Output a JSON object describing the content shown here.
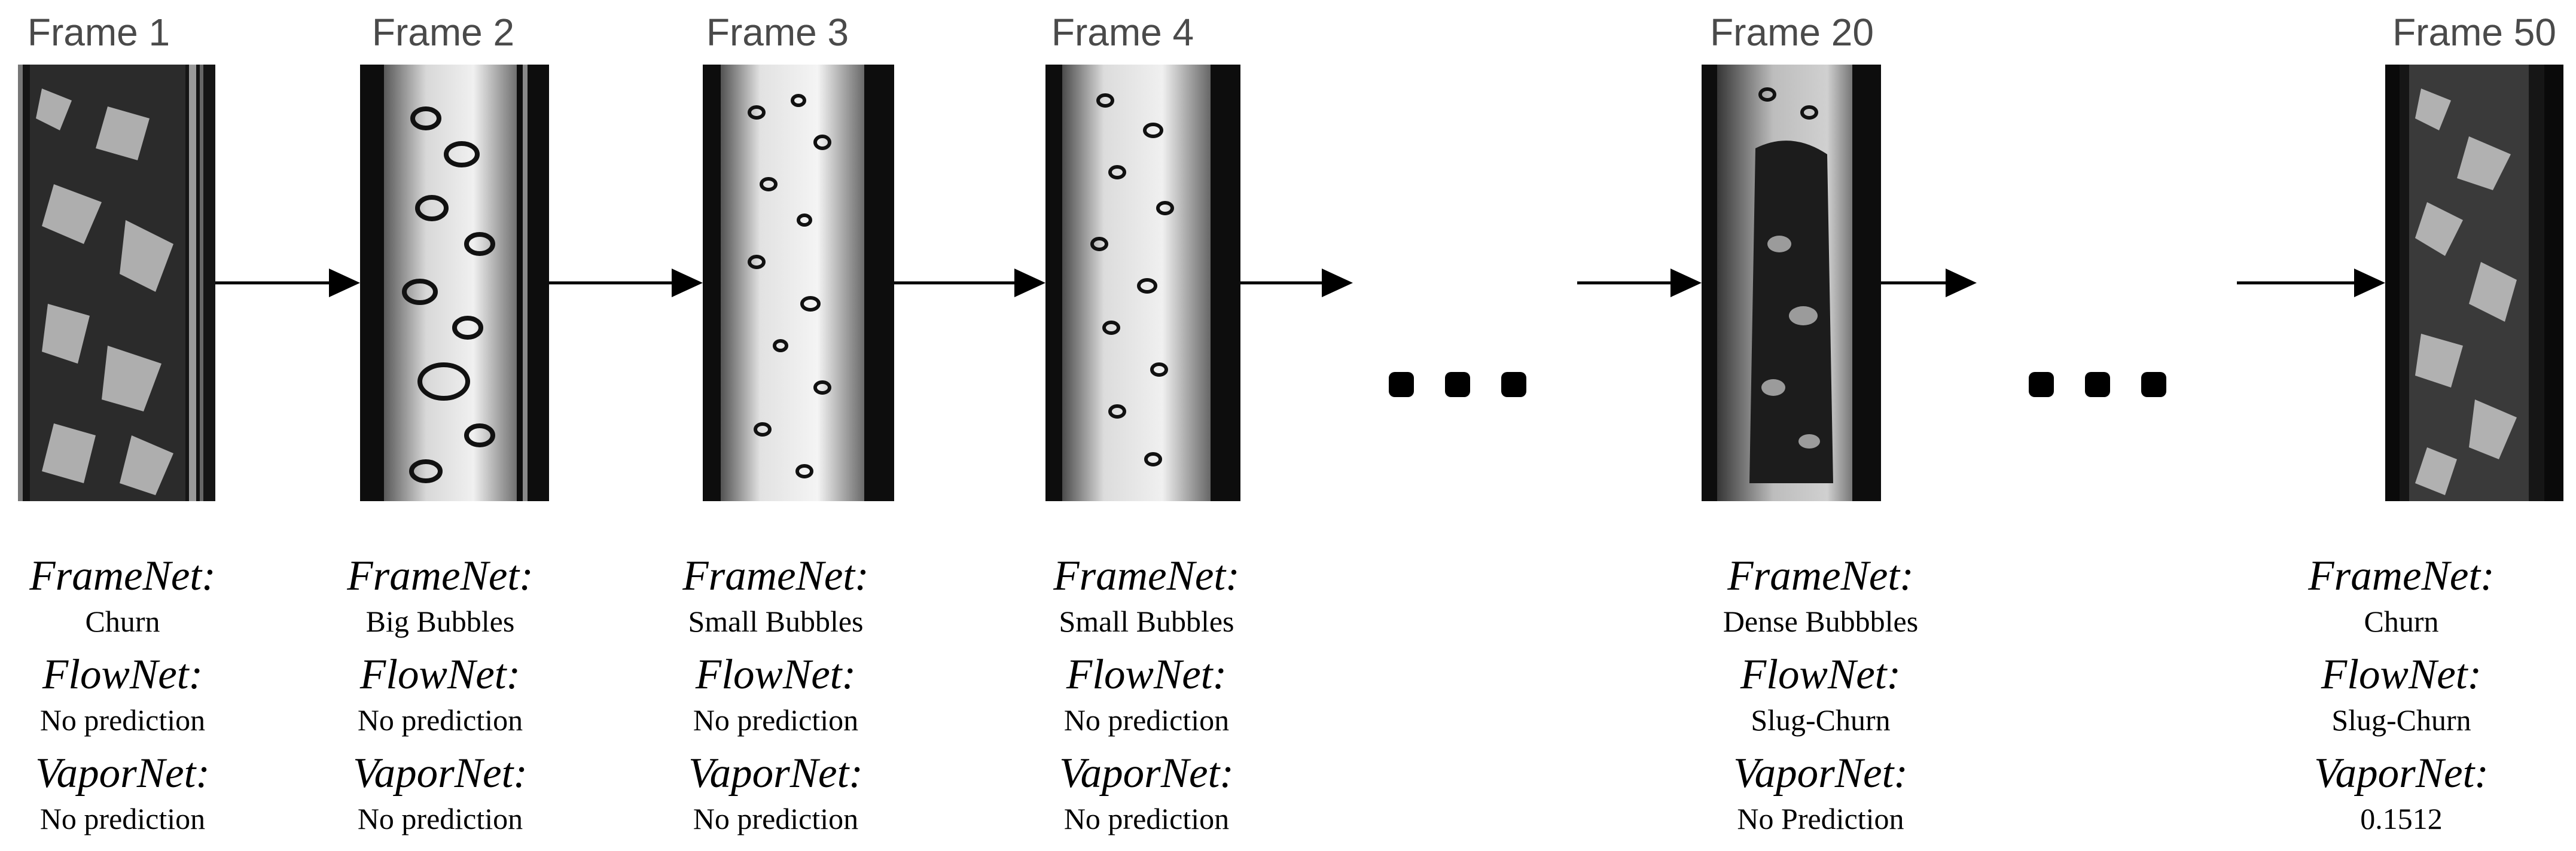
{
  "frames": [
    {
      "title": "Frame 1",
      "framenet_label": "FrameNet:",
      "framenet": "Churn",
      "flownet_label": "FlowNet:",
      "flownet": "No prediction",
      "vapornet_label": "VaporNet:",
      "vapornet": "No prediction",
      "image_style": "churn"
    },
    {
      "title": "Frame  2",
      "framenet_label": "FrameNet:",
      "framenet": "Big Bubbles",
      "flownet_label": "FlowNet:",
      "flownet": "No prediction",
      "vapornet_label": "VaporNet:",
      "vapornet": "No prediction",
      "image_style": "big-bubbles"
    },
    {
      "title": "Frame 3",
      "framenet_label": "FrameNet:",
      "framenet": "Small Bubbles",
      "flownet_label": "FlowNet:",
      "flownet": "No prediction",
      "vapornet_label": "VaporNet:",
      "vapornet": "No prediction",
      "image_style": "small-bubbles"
    },
    {
      "title": "Frame 4",
      "framenet_label": "FrameNet:",
      "framenet": "Small Bubbles",
      "flownet_label": "FlowNet:",
      "flownet": "No prediction",
      "vapornet_label": "VaporNet:",
      "vapornet": "No prediction",
      "image_style": "small-bubbles"
    },
    {
      "title": "Frame 20",
      "framenet_label": "FrameNet:",
      "framenet": "Dense Bubbbles",
      "flownet_label": "FlowNet:",
      "flownet": "Slug-Churn",
      "vapornet_label": "VaporNet:",
      "vapornet": "No Prediction",
      "image_style": "dense-slug"
    },
    {
      "title": "Frame 50",
      "framenet_label": "FrameNet:",
      "framenet": "Churn",
      "flownet_label": "FlowNet:",
      "flownet": "Slug-Churn",
      "vapornet_label": "VaporNet:",
      "vapornet": "0.1512",
      "image_style": "churn-bright"
    }
  ],
  "colors": {
    "title_text": "#4a4a4a",
    "arrow": "#000000",
    "tube_dark": "#1a1a1a",
    "tube_light": "#e8e8e8"
  }
}
